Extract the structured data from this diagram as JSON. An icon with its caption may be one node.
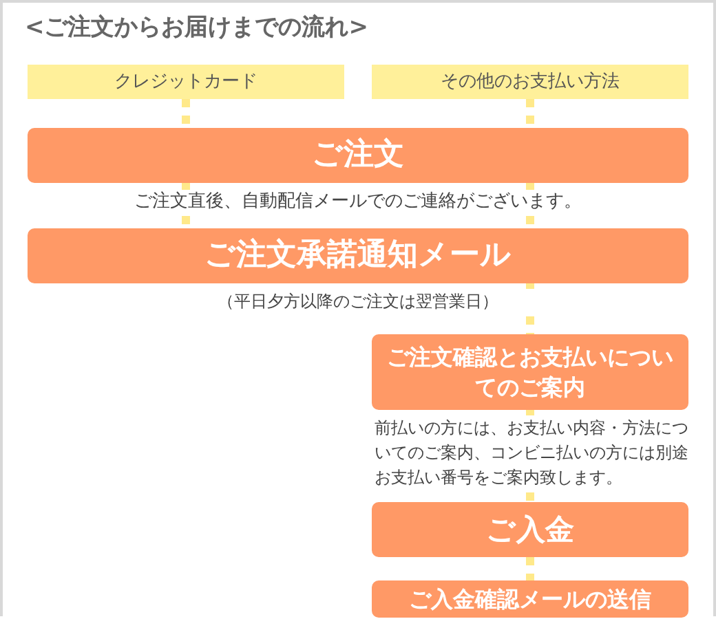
{
  "diagram": {
    "title": "<ご注文からお届けまでの流れ>",
    "nodes": [
      {
        "text": [
          "クレジットカード"
        ]
      },
      {
        "text": [
          "その他のお支払い方法"
        ]
      },
      {
        "text": [
          "ご注文"
        ],
        "beside": [
          "ご注文直後、自動配信メールでのご連絡がございます。"
        ]
      },
      {
        "text": [
          "ご注文承諾通知メール"
        ],
        "beside": [
          "（平日夕方以降のご注文は翌営業日）"
        ]
      },
      {
        "text": [
          "ご注文確認とお支払いについてのご案内"
        ],
        "beside": [
          "前払いの方には、お支払い内容・方法についてのご案内、コンビニ払いの方には別途お支払い番号をご案内致します。"
        ]
      },
      {
        "text": [
          "ご入金"
        ]
      },
      {
        "text": [
          "ご入金確認メールの送信"
        ]
      }
    ],
    "edges": [
      {
        "from": 0,
        "to": 2,
        "arrow": "none",
        "style": "dashed"
      },
      {
        "from": 1,
        "to": 2,
        "arrow": "none",
        "style": "dashed"
      },
      {
        "from": 2,
        "to": 3,
        "arrow": "none",
        "style": "dashed"
      },
      {
        "from": 2,
        "to": 3,
        "arrow": "none",
        "style": "dashed"
      },
      {
        "from": 3,
        "to": 4,
        "arrow": "none",
        "style": "dashed"
      },
      {
        "from": 4,
        "to": 5,
        "arrow": "none",
        "style": "dashed"
      },
      {
        "from": 5,
        "to": 6,
        "arrow": "none",
        "style": "dashed"
      }
    ]
  }
}
